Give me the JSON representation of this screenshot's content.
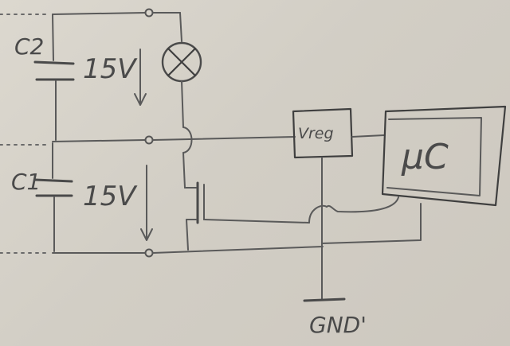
{
  "labels": {
    "c2": "C2",
    "c1": "C1",
    "v_top": "15V",
    "v_bottom": "15V",
    "vreg": "Vreg",
    "uc": "μC",
    "gnd": "GND'"
  },
  "colors": {
    "paper": "#d6d1c8",
    "ink": "#4a4a4a"
  }
}
